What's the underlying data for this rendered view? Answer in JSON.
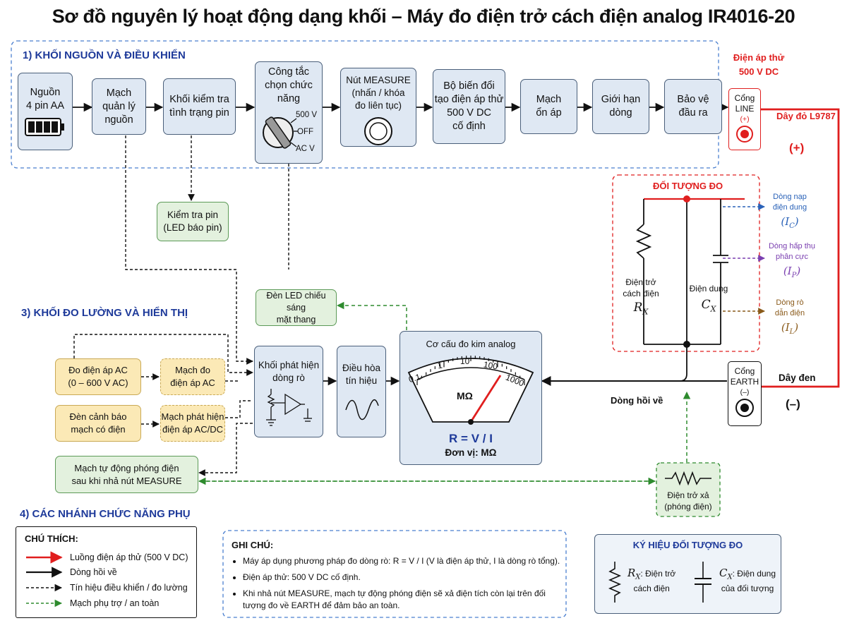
{
  "title": "Sơ đồ nguyên lý hoạt động dạng khối – Máy đo điện trở cách điện analog IR4016-20",
  "sections": {
    "s1": "1) KHỐI NGUỒN VÀ ĐIỀU KHIỂN",
    "s3": "3) KHỐI ĐO LƯỜNG VÀ HIỂN THỊ",
    "s4": "4) CÁC NHÁNH CHỨC NĂNG PHỤ"
  },
  "blocks": {
    "battery_l1": "Nguồn",
    "battery_l2": "4 pin AA",
    "power_mgmt": [
      "Mạch",
      "quản lý",
      "nguồn"
    ],
    "battery_check": [
      "Khối kiểm tra",
      "tình trạng pin"
    ],
    "switch": [
      "Công tắc",
      "chọn chức",
      "năng"
    ],
    "switch_pos": [
      "500 V",
      "OFF",
      "AC V"
    ],
    "measure_btn": [
      "Nút MEASURE",
      "(nhấn / khóa",
      "đo liên tục)"
    ],
    "converter": [
      "Bộ biến đổi",
      "tạo điện áp thử",
      "500 V DC",
      "cố định"
    ],
    "regulator": [
      "Mạch",
      "ổn áp"
    ],
    "current_limit": [
      "Giới hạn",
      "dòng"
    ],
    "output_protect": [
      "Bảo vệ",
      "đầu ra"
    ],
    "line_port": [
      "Cổng",
      "LINE",
      "(+)"
    ],
    "earth_port": [
      "Cổng",
      "EARTH",
      "(–)"
    ],
    "battery_led": [
      "Kiểm tra pin",
      "(LED báo pin)"
    ],
    "backlight": [
      "Đèn LED chiếu sáng",
      "mặt thang"
    ],
    "leak_detect": [
      "Khối phát hiện",
      "dòng rò"
    ],
    "signal_cond": [
      "Điều hòa",
      "tín hiệu"
    ],
    "meter_title": "Cơ cấu đo kim analog",
    "meter_scale": [
      "0.1",
      "1",
      "10",
      "100",
      "1000"
    ],
    "meter_unit": "MΩ",
    "formula": "R = V / I",
    "unit_line": "Đơn vị: MΩ",
    "ac_measure": [
      "Đo điện áp AC",
      "(0 – 600 V AC)"
    ],
    "ac_circuit": [
      "Mạch đo",
      "điện áp AC"
    ],
    "warn_lamp": [
      "Đèn cảnh báo",
      "mạch có điện"
    ],
    "acdc_detect": [
      "Mạch phát hiện",
      "điện áp AC/DC"
    ],
    "auto_discharge": [
      "Mạch tự động phóng điện",
      "sau khi nhả nút MEASURE"
    ],
    "discharge_res": [
      "Điện trở xả",
      "(phóng điện)"
    ]
  },
  "labels": {
    "test_voltage": [
      "Điện áp thử",
      "500 V DC"
    ],
    "red_wire": "Dây đỏ L9787",
    "plus": "(+)",
    "minus": "(–)",
    "black_wire": "Dây đen",
    "return_current": "Dòng hồi về",
    "object_title": "ĐỐI TƯỢNG ĐO",
    "rx_label": [
      "Điện trở",
      "cách điện"
    ],
    "rx_sym": "R",
    "rx_sub": "X",
    "cx_label": "Điện dung",
    "cx_sym": "C",
    "cx_sub": "X",
    "ic_label": [
      "Dòng nạp",
      "điện dung"
    ],
    "ic_sym": "(I",
    "ic_sub": "C",
    "ip_label": [
      "Dòng hấp thụ",
      "phân cực"
    ],
    "ip_sym": "(I",
    "ip_sub": "P",
    "il_label": [
      "Dòng rò",
      "dẫn điện"
    ],
    "il_sym": "(I",
    "il_sub": "L",
    "close_paren": ")"
  },
  "legend": {
    "title": "CHÚ THÍCH:",
    "items": [
      "Luồng điện áp thử (500 V DC)",
      "Dòng hồi về",
      "Tín hiệu điều khiển / đo lường",
      "Mạch phụ trợ / an toàn"
    ]
  },
  "notes": {
    "title": "GHI CHÚ:",
    "items": [
      "Máy áp dụng phương pháp đo dòng rò: R = V / I  (V là điện áp thử,  I là dòng rò tổng).",
      "Điện áp thử:  500 V DC cố  định.",
      "Khi nhả nút MEASURE, mạch tự động phóng điện sẽ xả điện tích còn lại trên đối tượng đo về EARTH để đảm bảo an toàn."
    ]
  },
  "symbols": {
    "title": "KÝ HIỆU ĐỐI TƯỢNG ĐO",
    "rx_sym": "R",
    "rx_sub": "X",
    "rx_desc": [
      ": Điện trở",
      "cách điện"
    ],
    "cx_sym": "C",
    "cx_sub": "X",
    "cx_desc": [
      ": Điện dung",
      "của đối tượng"
    ]
  },
  "colors": {
    "test_flow": "#e01e1e",
    "return_flow": "#111111",
    "control": "#111111",
    "aux": "#2e8b2e",
    "section": "#1e3a9a",
    "ic": "#2a62b8",
    "ip": "#7a3fb0",
    "il": "#8a5a1a"
  }
}
